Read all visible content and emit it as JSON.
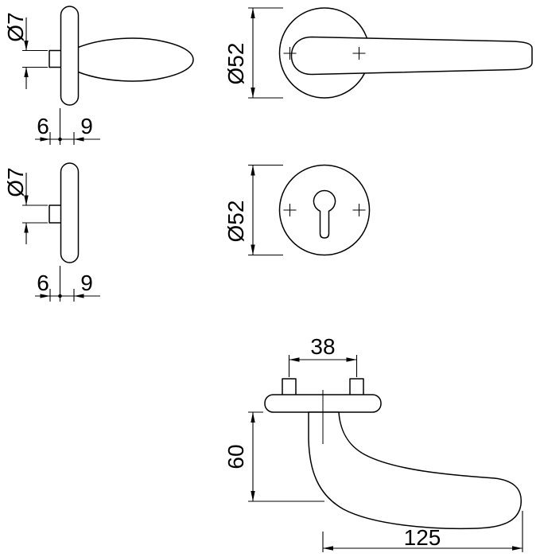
{
  "colors": {
    "line": "#000000",
    "background": "#ffffff"
  },
  "labels": {
    "lever_side": {
      "neck_diameter": "Ø7",
      "offset_left": "6",
      "offset_right": "9"
    },
    "lever_front": {
      "rose_diameter": "Ø52"
    },
    "key_side": {
      "neck_diameter": "Ø7",
      "offset_left": "6",
      "offset_right": "9"
    },
    "key_front": {
      "rose_diameter": "Ø52"
    },
    "profile": {
      "screw_spacing": "38",
      "height": "60",
      "length": "125"
    }
  }
}
